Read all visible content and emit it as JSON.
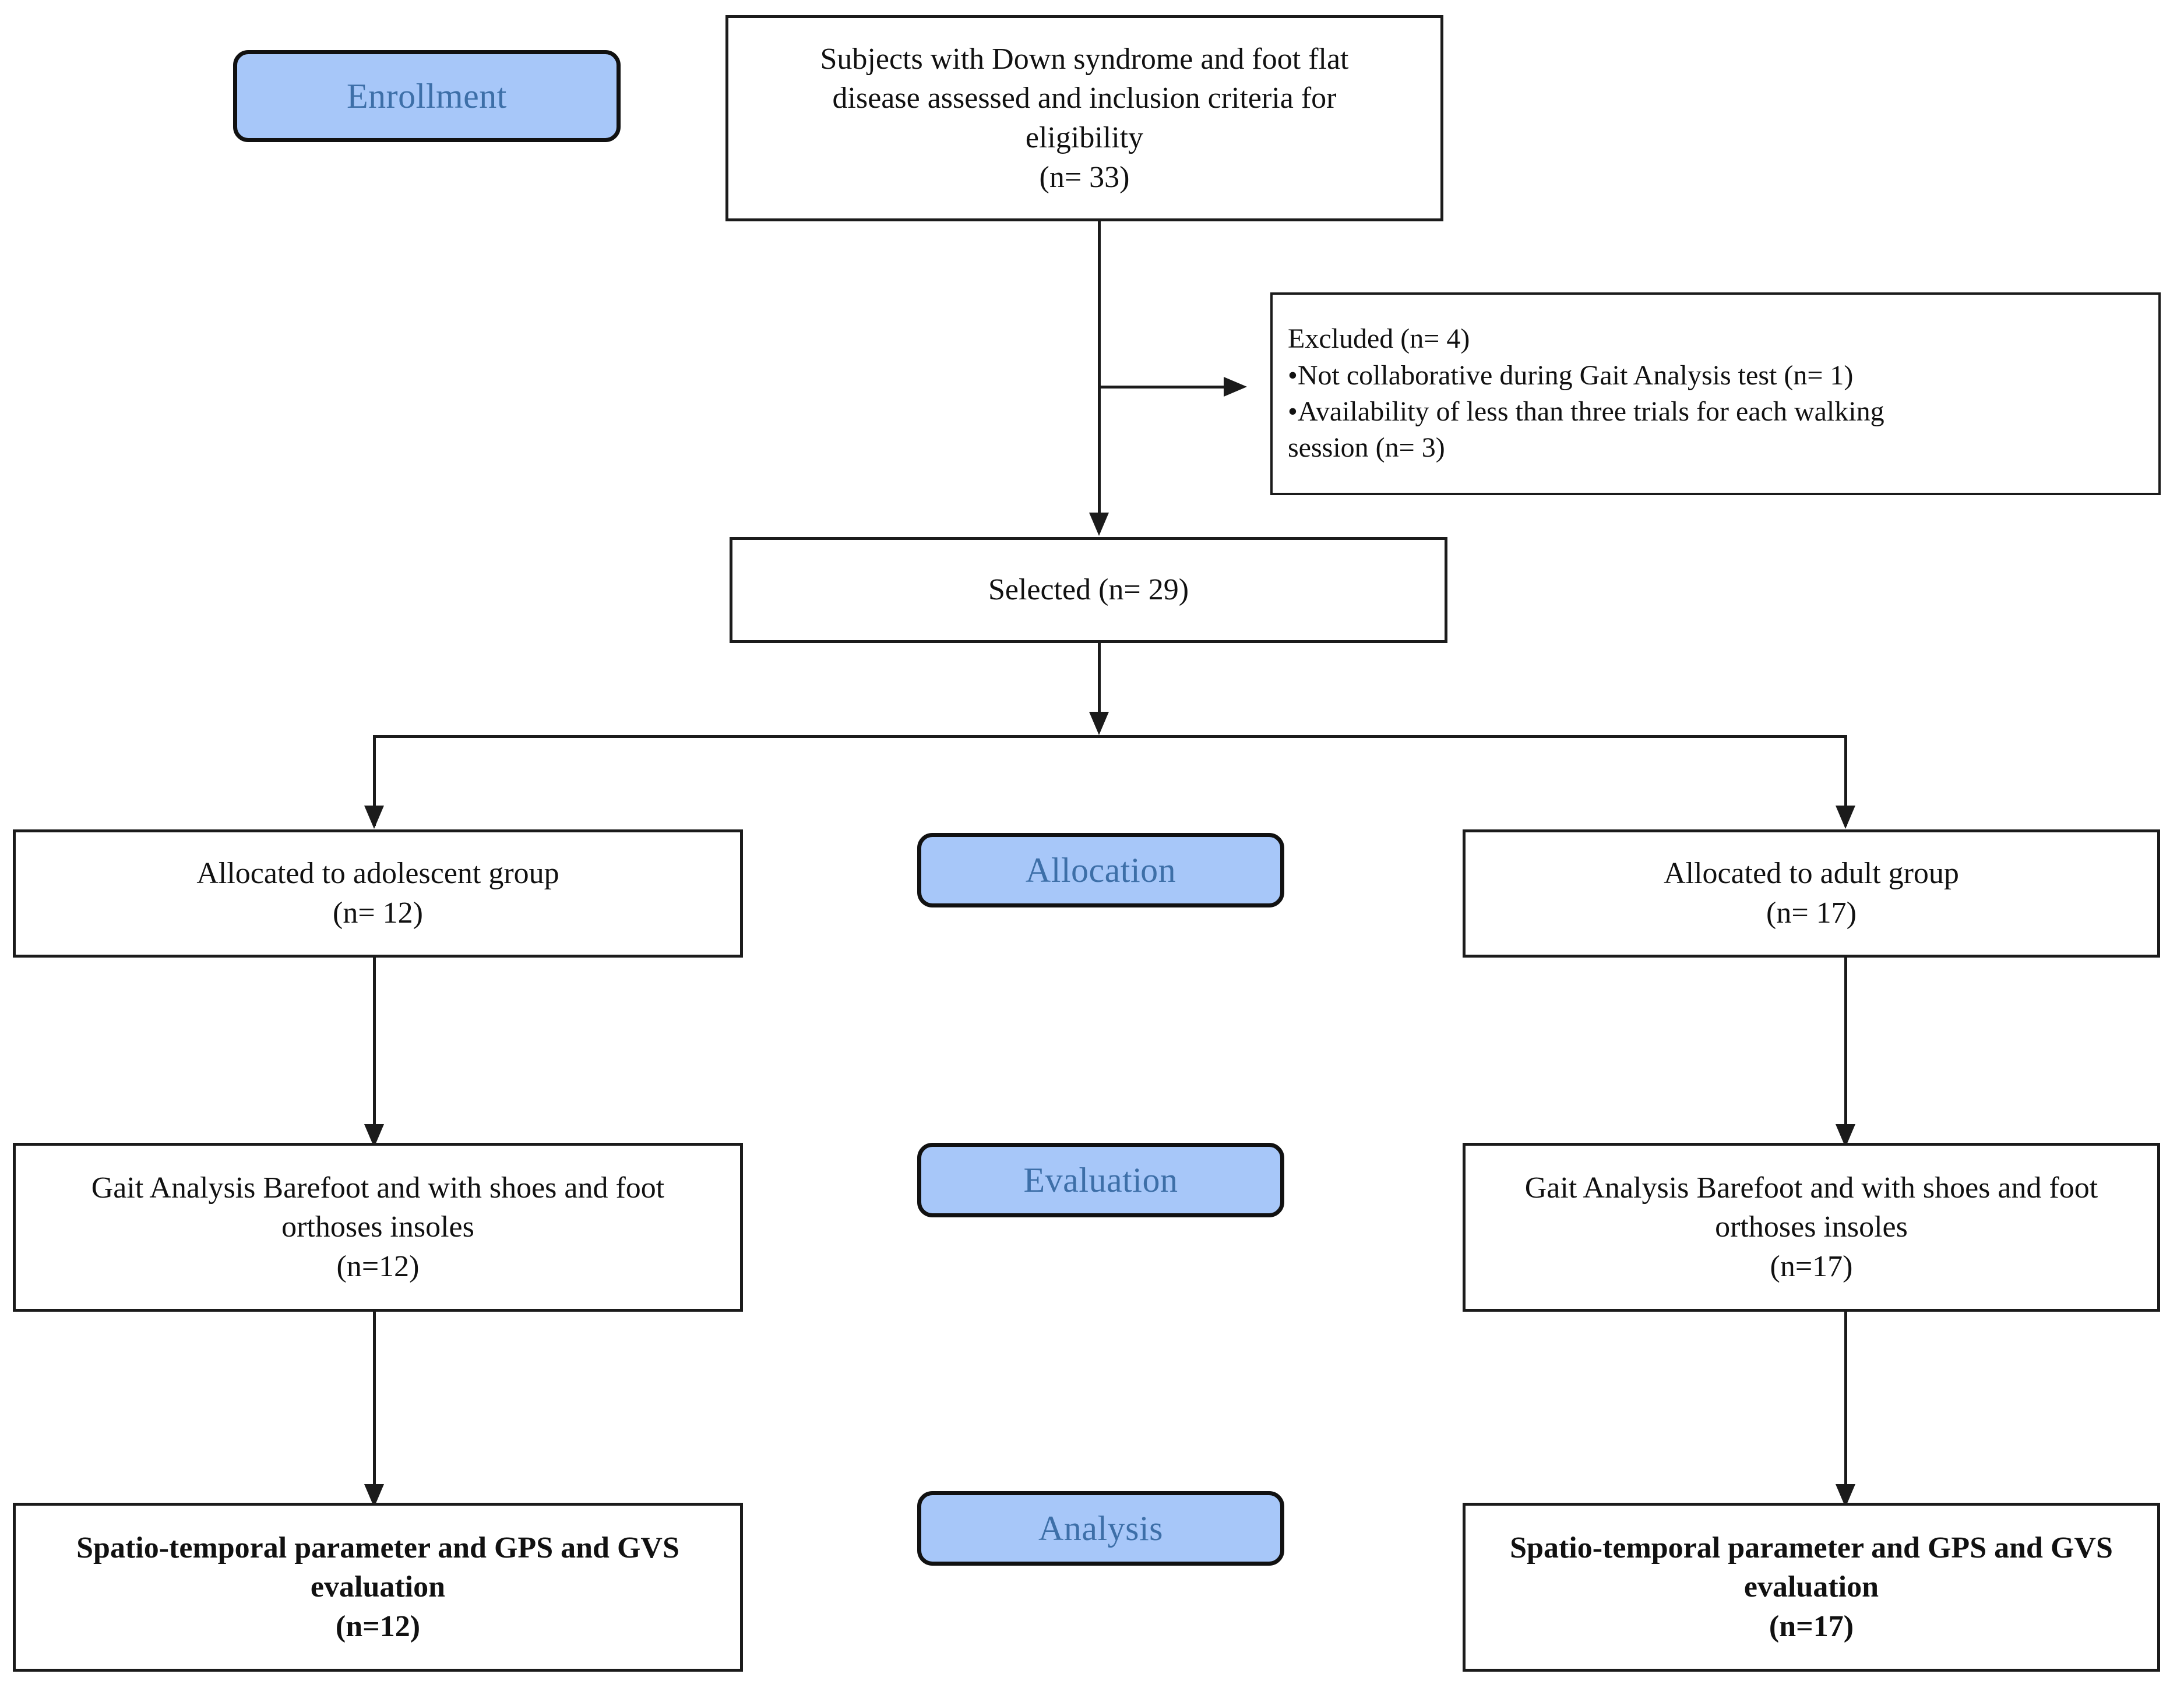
{
  "diagram": {
    "title": "CONSORT-style participant flow diagram",
    "colors": {
      "badge_fill": "#a7c7f9",
      "badge_text": "#3d6fa8",
      "box_border": "#1b1b1b",
      "box_fill": "#ffffff",
      "connector": "#1b1b1b",
      "text": "#111111"
    },
    "stages": [
      {
        "key": "enrollment",
        "label": "Enrollment"
      },
      {
        "key": "allocation",
        "label": "Allocation"
      },
      {
        "key": "evaluation",
        "label": "Evaluation"
      },
      {
        "key": "analysis",
        "label": "Analysis"
      }
    ],
    "boxes": {
      "eligibility": {
        "line1": "Subjects with Down syndrome and foot flat",
        "line2": "disease assessed and inclusion criteria for",
        "line3": "eligibility",
        "count": "(n= 33)"
      },
      "excluded": {
        "heading": "Excluded (n= 4)",
        "bullet1": "Not collaborative during Gait Analysis test (n= 1)",
        "bullet2": "Availability of less than three trials for each walking",
        "bullet2_cont": "session (n= 3)",
        "bullet_glyph": "•"
      },
      "selected": {
        "label": "Selected (n= 29)"
      },
      "allocated_adolescent": {
        "line1": "Allocated to adolescent group",
        "count": "(n= 12)"
      },
      "allocated_adult": {
        "line1": "Allocated to adult group",
        "count": "(n= 17)"
      },
      "evaluation_adolescent": {
        "line1": "Gait Analysis Barefoot and with  shoes and foot",
        "line2": "orthoses insoles",
        "count": "(n=12)"
      },
      "evaluation_adult": {
        "line1": "Gait Analysis Barefoot and with  shoes and foot",
        "line2": "orthoses insoles",
        "count": "(n=17)"
      },
      "analysis_adolescent": {
        "line1": "Spatio-temporal parameter and GPS and GVS",
        "line2": "evaluation",
        "count": "(n=12)"
      },
      "analysis_adult": {
        "line1": "Spatio-temporal parameter and GPS and GVS",
        "line2": "evaluation",
        "count": "(n=17)"
      }
    },
    "chart_data": {
      "type": "diagram",
      "flow": "CONSORT participant flow",
      "nodes": [
        {
          "id": "eligibility",
          "n": 33,
          "stage": "Enrollment"
        },
        {
          "id": "excluded",
          "n": 4,
          "stage": "Enrollment",
          "reasons": [
            {
              "reason": "Not collaborative during Gait Analysis test",
              "n": 1
            },
            {
              "reason": "Availability of less than three trials for each walking session",
              "n": 3
            }
          ]
        },
        {
          "id": "selected",
          "n": 29,
          "stage": "Enrollment"
        },
        {
          "id": "allocated_adolescent",
          "n": 12,
          "stage": "Allocation"
        },
        {
          "id": "allocated_adult",
          "n": 17,
          "stage": "Allocation"
        },
        {
          "id": "evaluation_adolescent",
          "n": 12,
          "stage": "Evaluation"
        },
        {
          "id": "evaluation_adult",
          "n": 17,
          "stage": "Evaluation"
        },
        {
          "id": "analysis_adolescent",
          "n": 12,
          "stage": "Analysis"
        },
        {
          "id": "analysis_adult",
          "n": 17,
          "stage": "Analysis"
        }
      ],
      "edges": [
        {
          "from": "eligibility",
          "to": "excluded"
        },
        {
          "from": "eligibility",
          "to": "selected"
        },
        {
          "from": "selected",
          "to": "allocated_adolescent"
        },
        {
          "from": "selected",
          "to": "allocated_adult"
        },
        {
          "from": "allocated_adolescent",
          "to": "evaluation_adolescent"
        },
        {
          "from": "allocated_adult",
          "to": "evaluation_adult"
        },
        {
          "from": "evaluation_adolescent",
          "to": "analysis_adolescent"
        },
        {
          "from": "evaluation_adult",
          "to": "analysis_adult"
        }
      ]
    }
  }
}
